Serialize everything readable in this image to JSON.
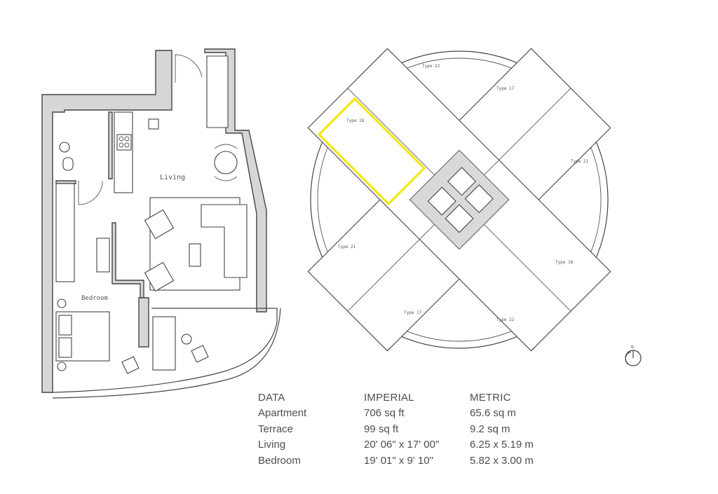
{
  "plan": {
    "room_living": "Living",
    "room_bedroom": "Bedroom"
  },
  "keyplan": {
    "units": [
      {
        "label": "Type 22"
      },
      {
        "label": "Type 17"
      },
      {
        "label": "Type 21"
      },
      {
        "label": "Type 18"
      },
      {
        "label": "Type 22"
      },
      {
        "label": "Type 17"
      },
      {
        "label": "Type 21"
      },
      {
        "label": "Type 18"
      }
    ],
    "highlight_color": "#f2e600",
    "north_label": "N"
  },
  "table": {
    "headers": [
      "DATA",
      "IMPERIAL",
      "METRIC"
    ],
    "rows": [
      [
        "Apartment",
        "706 sq ft",
        "65.6 sq m"
      ],
      [
        "Terrace",
        "99 sq ft",
        "9.2 sq m"
      ],
      [
        "Living",
        "20' 06\" x 17' 00\"",
        "6.25 x 5.19 m"
      ],
      [
        "Bedroom",
        "19' 01\" x 9' 10\"",
        "5.82 x 3.00 m"
      ]
    ]
  }
}
